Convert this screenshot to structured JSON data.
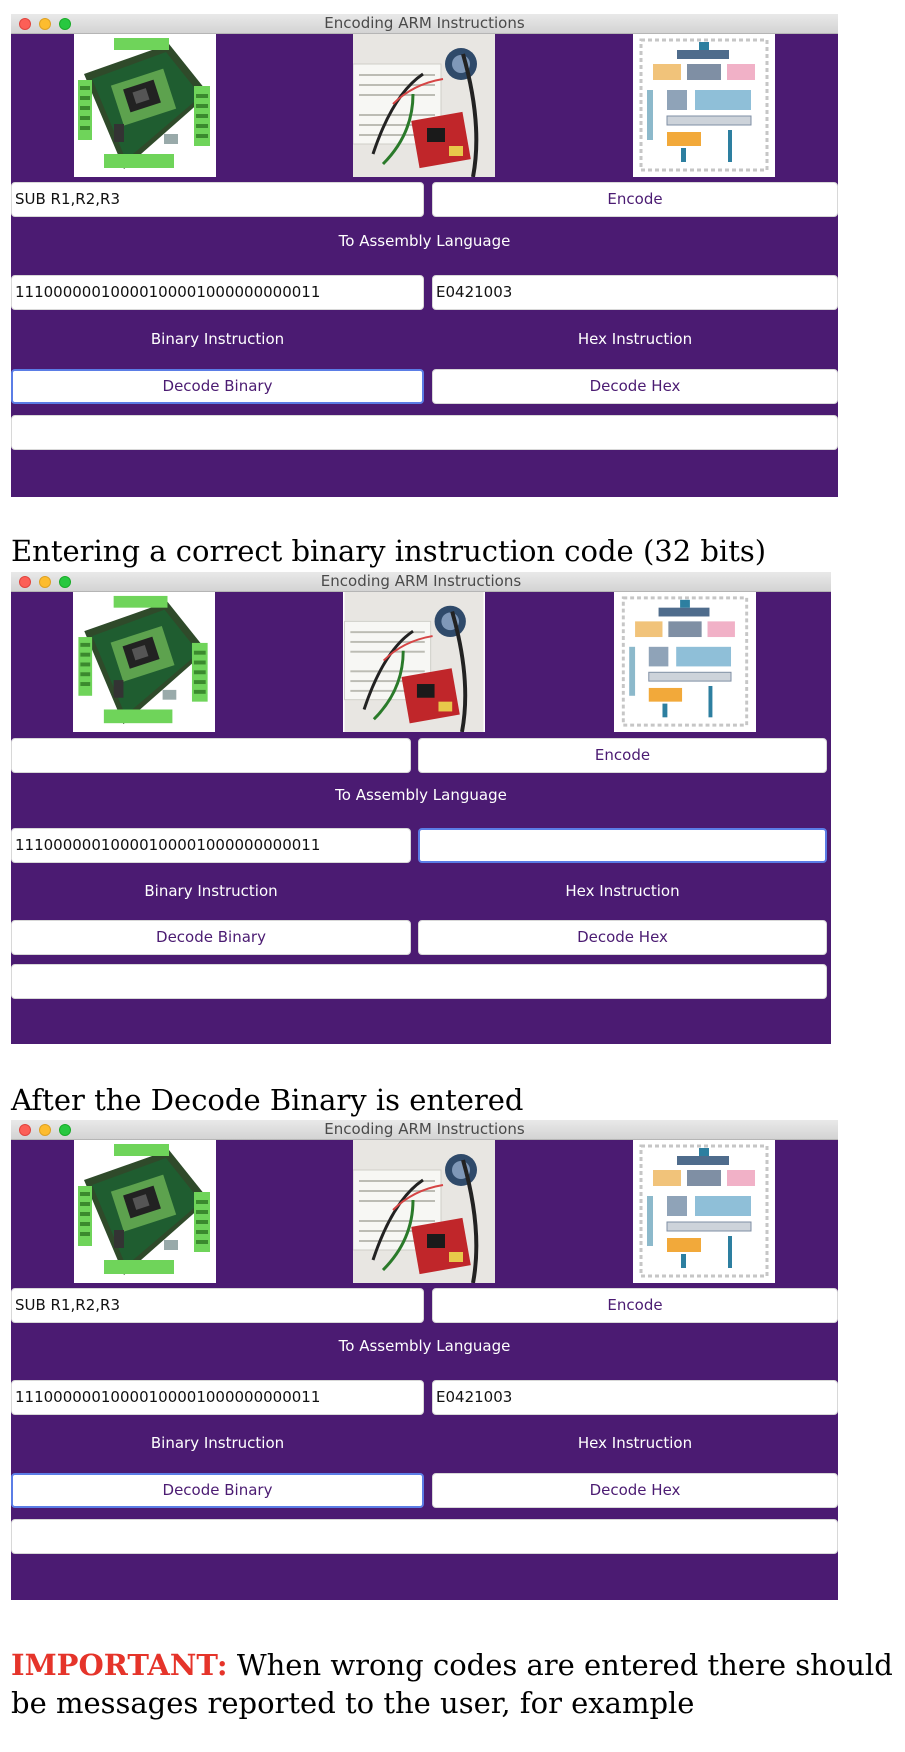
{
  "screens": [
    {
      "window_title": "Encoding ARM Instructions",
      "assembly_input": "SUB R1,R2,R3",
      "encode_label": "Encode",
      "to_assembly_label": "To Assembly Language",
      "binary_input": "11100000010000100001000000000011",
      "hex_input": "E0421003",
      "binary_label": "Binary Instruction",
      "hex_label": "Hex Instruction",
      "decode_binary_label": "Decode Binary",
      "decode_hex_label": "Decode Hex",
      "output_field": "",
      "focused": "decode-binary"
    },
    {
      "window_title": "Encoding ARM Instructions",
      "assembly_input": "",
      "encode_label": "Encode",
      "to_assembly_label": "To Assembly Language",
      "binary_input": "11100000010000100001000000000011",
      "hex_input": "",
      "binary_label": "Binary Instruction",
      "hex_label": "Hex Instruction",
      "decode_binary_label": "Decode Binary",
      "decode_hex_label": "Decode Hex",
      "output_field": "",
      "focused": "hex-input"
    },
    {
      "window_title": "Encoding ARM Instructions",
      "assembly_input": "SUB R1,R2,R3",
      "encode_label": "Encode",
      "to_assembly_label": "To Assembly Language",
      "binary_input": "11100000010000100001000000000011",
      "hex_input": "E0421003",
      "binary_label": "Binary Instruction",
      "hex_label": "Hex Instruction",
      "decode_binary_label": "Decode Binary",
      "decode_hex_label": "Decode Hex",
      "output_field": "",
      "focused": "decode-binary"
    }
  ],
  "captions": {
    "caption1": "Entering a correct binary instruction code (32 bits)",
    "caption2": "After the Decode Binary is entered"
  },
  "important": {
    "label": "IMPORTANT:",
    "text": "When wrong codes are entered there should be messages reported to the user, for example"
  },
  "colors": {
    "window_background": "#4b1b72",
    "button_text": "#4b1b72",
    "focus_ring": "#5b7de6",
    "important_label": "#e5342a"
  }
}
